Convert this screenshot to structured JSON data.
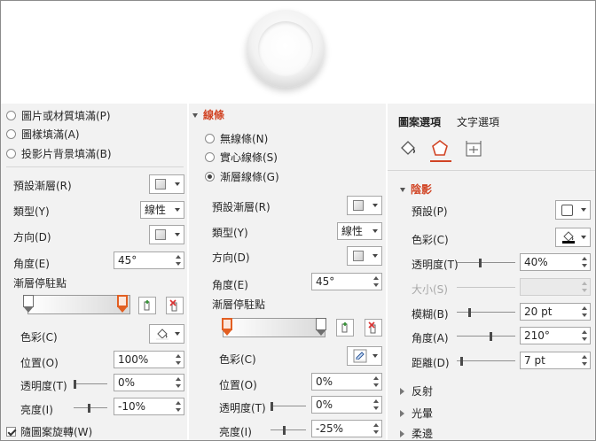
{
  "panel1": {
    "radio_picture": "圖片或材質填滿(P)",
    "radio_pattern": "圖樣填滿(A)",
    "radio_slide_bg": "投影片背景填滿(B)",
    "preset_label": "預設漸層(R)",
    "type_label": "類型(Y)",
    "type_value": "線性",
    "direction_label": "方向(D)",
    "angle_label": "角度(E)",
    "angle_value": "45°",
    "stops_label": "漸層停駐點",
    "color_label": "色彩(C)",
    "position_label": "位置(O)",
    "position_value": "100%",
    "transparency_label": "透明度(T)",
    "transparency_value": "0%",
    "brightness_label": "亮度(I)",
    "brightness_value": "-10%",
    "rotate_label": "隨圖案旋轉(W)"
  },
  "panel2": {
    "section": "線條",
    "radio_none": "無線條(N)",
    "radio_solid": "實心線條(S)",
    "radio_gradient": "漸層線條(G)",
    "preset_label": "預設漸層(R)",
    "type_label": "類型(Y)",
    "type_value": "線性",
    "direction_label": "方向(D)",
    "angle_label": "角度(E)",
    "angle_value": "45°",
    "stops_label": "漸層停駐點",
    "color_label": "色彩(C)",
    "position_label": "位置(O)",
    "position_value": "0%",
    "transparency_label": "透明度(T)",
    "transparency_value": "0%",
    "brightness_label": "亮度(I)",
    "brightness_value": "-25%"
  },
  "panel3": {
    "tab_shape": "圖案選項",
    "tab_text": "文字選項",
    "section": "陰影",
    "preset_label": "預設(P)",
    "color_label": "色彩(C)",
    "transparency_label": "透明度(T)",
    "transparency_value": "40%",
    "size_label": "大小(S)",
    "blur_label": "模糊(B)",
    "blur_value": "20 pt",
    "angle_label": "角度(A)",
    "angle_value": "210°",
    "distance_label": "距離(D)",
    "distance_value": "7 pt",
    "reflection": "反射",
    "glow": "光暈",
    "soft_edges": "柔邊"
  },
  "colors": {
    "accent": "#d14424",
    "panel_bg": "#f2f2f2"
  },
  "levels": {
    "p1_transparency": 0.0,
    "p1_brightness": -0.1,
    "p2_transparency": 0.0,
    "p2_brightness": -0.25,
    "p3_transparency": 0.4,
    "p3_blur": 0.2,
    "p3_angle": 0.58,
    "p3_distance": 0.07
  }
}
